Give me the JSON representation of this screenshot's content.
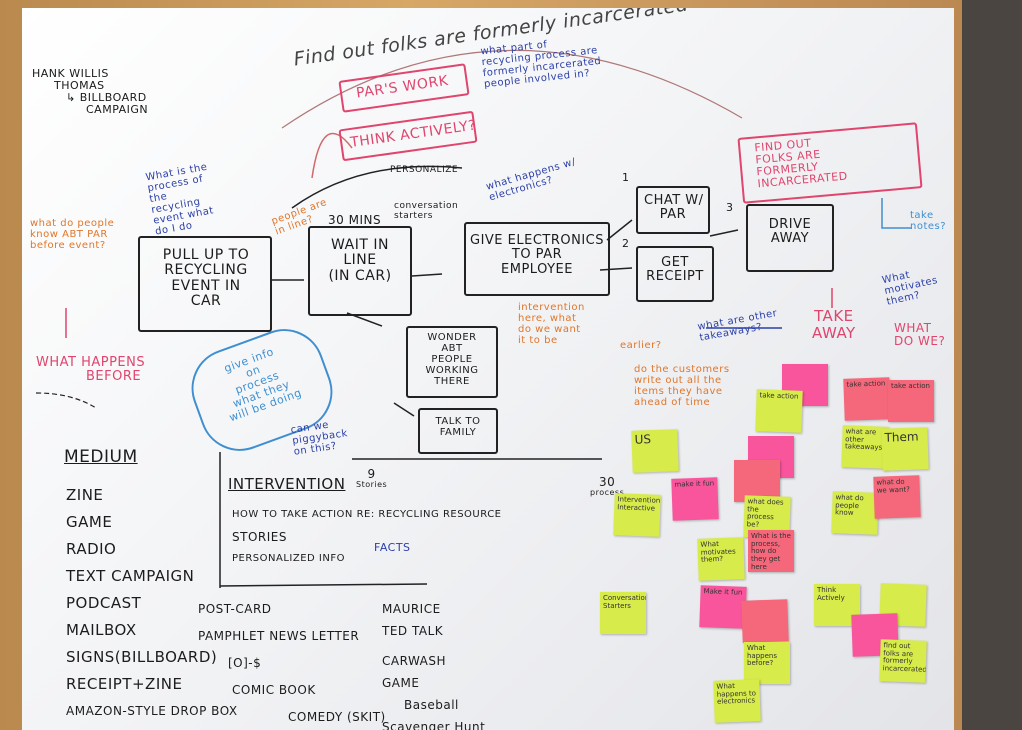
{
  "top_title": "Find out folks are formerly incarcerated",
  "artist": [
    "HANK WILLIS",
    "THOMAS",
    "BILLBOARD",
    "CAMPAIGN"
  ],
  "pars_work": "PAR'S WORK",
  "think_actively": "THINK ACTIVELY?",
  "personalize": "PERSONALIZE",
  "conversation_starters": "conversation starters",
  "thirty_mins": "30 MINS",
  "find_out_box": [
    "FIND OUT",
    "FOLKS ARE",
    "FORMERLY",
    "INCARCERATED"
  ],
  "flow": {
    "pull_up": [
      "PULL UP TO",
      "RECYCLING",
      "EVENT IN",
      "CAR"
    ],
    "wait_in_line": [
      "WAIT IN",
      "LINE",
      "(IN CAR)"
    ],
    "give_electronics": [
      "GIVE ELECTRONICS",
      "TO PAR",
      "EMPLOYEE"
    ],
    "chat_w_par": [
      "CHAT W/",
      "PAR"
    ],
    "get_receipt": [
      "GET",
      "RECEIPT"
    ],
    "drive_away": [
      "DRIVE",
      "AWAY"
    ],
    "wonder": [
      "WONDER",
      "ABT",
      "PEOPLE",
      "WORKING",
      "THERE"
    ],
    "talk_to_family": [
      "TALK TO",
      "FAMILY"
    ],
    "num1": "1",
    "num2": "2",
    "num3": "3"
  },
  "what_happens_before": [
    "WHAT HAPPENS",
    "BEFORE"
  ],
  "take_away": [
    "TAKE",
    "AWAY"
  ],
  "what_do_we": [
    "WHAT",
    "DO WE?"
  ],
  "give_info": [
    "give info",
    "on",
    "process",
    "what they",
    "will be doing"
  ],
  "medium": {
    "header": "MEDIUM",
    "col1": [
      "ZINE",
      "GAME",
      "RADIO",
      "TEXT CAMPAIGN",
      "PODCAST",
      "MAILBOX",
      "SIGNS(BILLBOARD)",
      "RECEIPT+ZINE",
      "AMAZON-STYLE DROP BOX"
    ],
    "col2": [
      "POST-CARD",
      "PAMPHLET NEWS LETTER",
      "[O]-$",
      "COMIC BOOK",
      "COMEDY (SKIT)"
    ],
    "col3": [
      "MAURICE",
      "TED TALK",
      "CARWASH",
      "GAME",
      "Baseball",
      "Scavenger Hunt"
    ]
  },
  "intervention": {
    "header": "INTERVENTION",
    "items": [
      "HOW TO TAKE ACTION RE: RECYCLING RESOURCE",
      "STORIES",
      "PERSONALIZED INFO"
    ],
    "facts": "FACTS"
  },
  "blue_notes": {
    "process": "What is the process of the recycling event what do I do",
    "what_part": "what part of recycling process are formerly incarcerated people involved in?",
    "what_happens_electronics": "what happens w/ electronics?",
    "take_aways": "what are other takeaways?",
    "motivates": "What motivates them?",
    "piggyback": "can we piggyback on this?"
  },
  "orange_notes": {
    "people_know": "what do people know ABT PAR before event?",
    "in_line": "people are in line?",
    "intervention_here": "intervention here, what do we want it to be",
    "earlier": "earlier?",
    "customers": "do the customers write out all the items they have ahead of time",
    "take_notes": "take notes?"
  },
  "scale": {
    "a": "9",
    "a_label": "Stories",
    "b": "30",
    "b_label": "process"
  },
  "sticky_notes": [
    {
      "color": "y",
      "text": "US"
    },
    {
      "color": "p",
      "text": ""
    },
    {
      "color": "y",
      "text": "take action"
    },
    {
      "color": "r",
      "text": "take action"
    },
    {
      "color": "r",
      "text": "take action"
    },
    {
      "color": "y",
      "text": "what are other takeaways?"
    },
    {
      "color": "y",
      "text": "Them"
    },
    {
      "color": "p",
      "text": ""
    },
    {
      "color": "y",
      "text": "Intervention Interactive"
    },
    {
      "color": "p",
      "text": "make it fun"
    },
    {
      "color": "r",
      "text": ""
    },
    {
      "color": "y",
      "text": "what does the process be?"
    },
    {
      "color": "y",
      "text": "What motivates them?"
    },
    {
      "color": "r",
      "text": "What is the process, how do they get here"
    },
    {
      "color": "y",
      "text": "what do people know"
    },
    {
      "color": "r",
      "text": "what do we want?"
    },
    {
      "color": "y",
      "text": "Conversation Starters"
    },
    {
      "color": "p",
      "text": "Make it fun"
    },
    {
      "color": "r",
      "text": ""
    },
    {
      "color": "y",
      "text": "Think Actively"
    },
    {
      "color": "y",
      "text": ""
    },
    {
      "color": "p",
      "text": ""
    },
    {
      "color": "y",
      "text": "What happens before?"
    },
    {
      "color": "y",
      "text": "find out folks are formerly incarcerated"
    },
    {
      "color": "y",
      "text": "What happens to electronics"
    }
  ]
}
